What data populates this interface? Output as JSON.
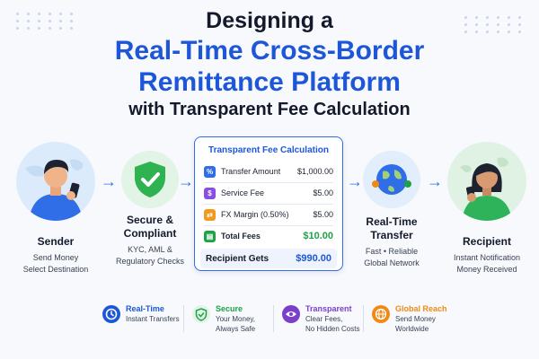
{
  "title": {
    "line1": "Designing a",
    "line2": "Real-Time Cross-Border",
    "line3": "Remittance Platform",
    "line4": "with Transparent Fee Calculation"
  },
  "sender": {
    "label": "Sender",
    "sub1": "Send Money",
    "sub2": "Select Destination"
  },
  "compliance": {
    "label1": "Secure &",
    "label2": "Compliant",
    "sub1": "KYC, AML &",
    "sub2": "Regulatory Checks"
  },
  "fees": {
    "title": "Transparent Fee Calculation",
    "rows": [
      {
        "icon": "%",
        "label": "Transfer Amount",
        "amount": "$1,000.00",
        "color": "#2f6ee6"
      },
      {
        "icon": "$",
        "label": "Service Fee",
        "amount": "$5.00",
        "color": "#8a4ee0"
      },
      {
        "icon": "⇄",
        "label": "FX Margin (0.50%)",
        "amount": "$5.00",
        "color": "#f29a1f"
      },
      {
        "icon": "▤",
        "label": "Total Fees",
        "amount": "$10.00",
        "color": "#1fa247"
      }
    ],
    "gets_label": "Recipient Gets",
    "gets_amount": "$990.00"
  },
  "transfer": {
    "label1": "Real-Time",
    "label2": "Transfer",
    "sub1": "Fast • Reliable",
    "sub2": "Global Network"
  },
  "recipient": {
    "label": "Recipient",
    "sub1": "Instant Notification",
    "sub2": "Money Received"
  },
  "features": [
    {
      "title": "Real-Time",
      "sub1": "Instant Transfers",
      "sub2": "",
      "color": "#1d57d8",
      "icon": "clock-icon"
    },
    {
      "title": "Secure",
      "sub1": "Your Money,",
      "sub2": "Always Safe",
      "color": "#1fa247",
      "icon": "shield-check-icon"
    },
    {
      "title": "Transparent",
      "sub1": "Clear Fees,",
      "sub2": "No Hidden Costs",
      "color": "#7b3fc9",
      "icon": "eye-icon"
    },
    {
      "title": "Global Reach",
      "sub1": "Send Money",
      "sub2": "Worldwide",
      "color": "#f08a14",
      "icon": "globe-icon"
    }
  ]
}
